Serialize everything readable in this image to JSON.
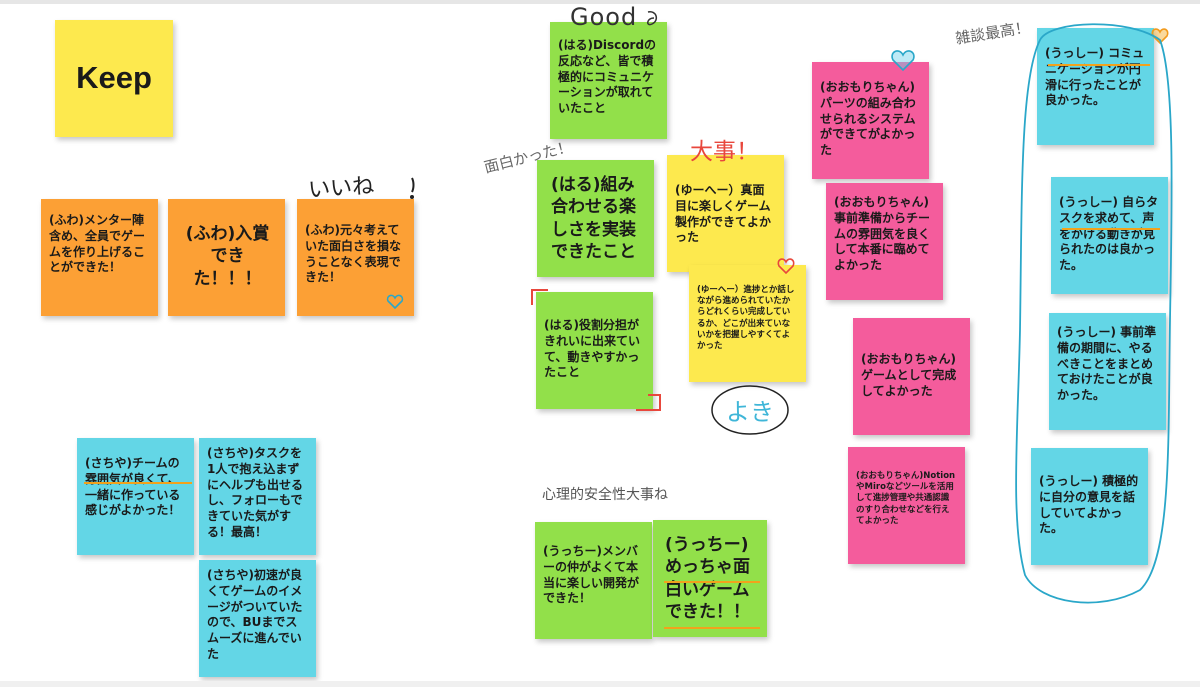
{
  "board": {
    "keep": "Keep",
    "stickies": {
      "fuwa_mentor": "(ふわ)メンター陣含め、全員でゲームを作り上げることができた！",
      "fuwa_award": "(ふわ)入賞できた！！！",
      "fuwa_original": "(ふわ)元々考えていた面白さを損なうことなく表現できた！",
      "sachiya_team": "(さちや)チームの雰囲気が良くて、一緒に作っている感じがよかった！",
      "sachiya_task": "(さちや)タスクを1人で抱え込まずにヘルプも出せるし、フォローもできていた気がする！最高！",
      "sachiya_speed": "(さちや)初速が良くてゲームのイメージがついていたので、BUまでスムーズに進んでいた",
      "haru_discord": "(はる)Discordの反応など、皆で積極的にコミュニケーションが取れていたこと",
      "haru_combo": "(はる)組み合わせる楽しさを実装できたこと",
      "haru_roles": "(はる)役割分担がきれいに出来ていて、動きやすかったこと",
      "yuhe_fun": "(ゆーへー）真面目に楽しくゲーム製作ができてよかった",
      "yuhe_progress": "(ゆーへー）進捗とか話しながら進められていたからどれくらい完成しているか、どこが出来ていないかを把握しやすくてよかった",
      "ucchi_members": "(うっちー)メンバーの仲がよくて本当に楽しい開発ができた！",
      "ucchi_game": "(うっちー)めっちゃ面白いゲームできた！！",
      "oomori_parts": "(おおもりちゃん)パーツの組み合わせられるシステムができてがよかった",
      "oomori_prep": "(おおもりちゃん)事前準備からチームの雰囲気を良くして本番に臨めてよかった",
      "oomori_complete": "(おおもりちゃん)ゲームとして完成してよかった",
      "oomori_tools": "(おおもりちゃん)NotionやMiroなどツールを活用して進捗管理や共通認識のすり合わせなどを行えてよかった",
      "ussh_comm": "(うっしー) コミュニケーションが円滑に行ったことが良かった。",
      "ussh_task": "(うっしー) 自らタスクを求めて、声をかける動きが見られたのは良かった。",
      "ussh_prep": "(うっしー) 事前準備の期間に、やるべきことをまとめておけたことが良かった。",
      "ussh_opinion": "(うっしー) 積極的に自分の意見を話していてよかった。"
    },
    "annotations": {
      "iine": "いいね",
      "good": "Good",
      "omoshirokatta": "面白かった！",
      "daiji": "大事！",
      "yoki": "よき",
      "zatsudan": "雑談最高！",
      "shinri": "心理的安全性大事ね"
    }
  }
}
